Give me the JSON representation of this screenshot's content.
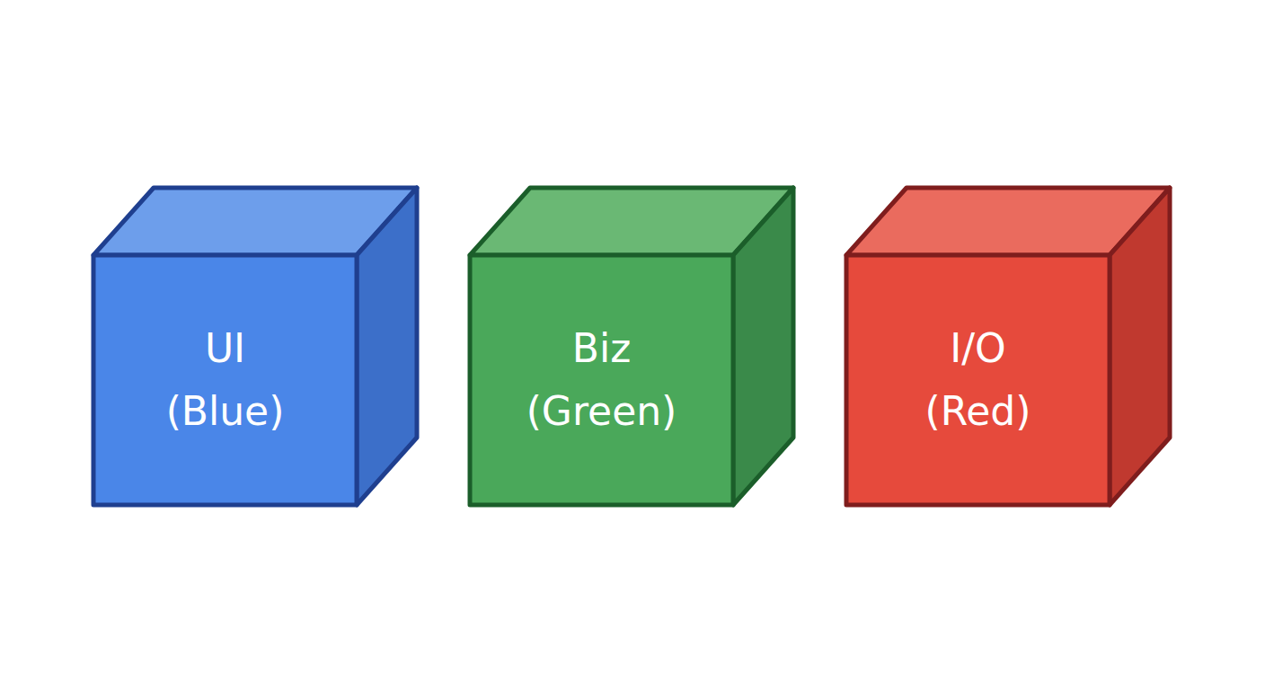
{
  "diagram": {
    "nodes": [
      {
        "text": [
          "UI",
          "(Blue)"
        ]
      },
      {
        "text": [
          "Biz",
          "(Green)"
        ]
      },
      {
        "text": [
          "I/O",
          "(Red)"
        ]
      }
    ]
  }
}
